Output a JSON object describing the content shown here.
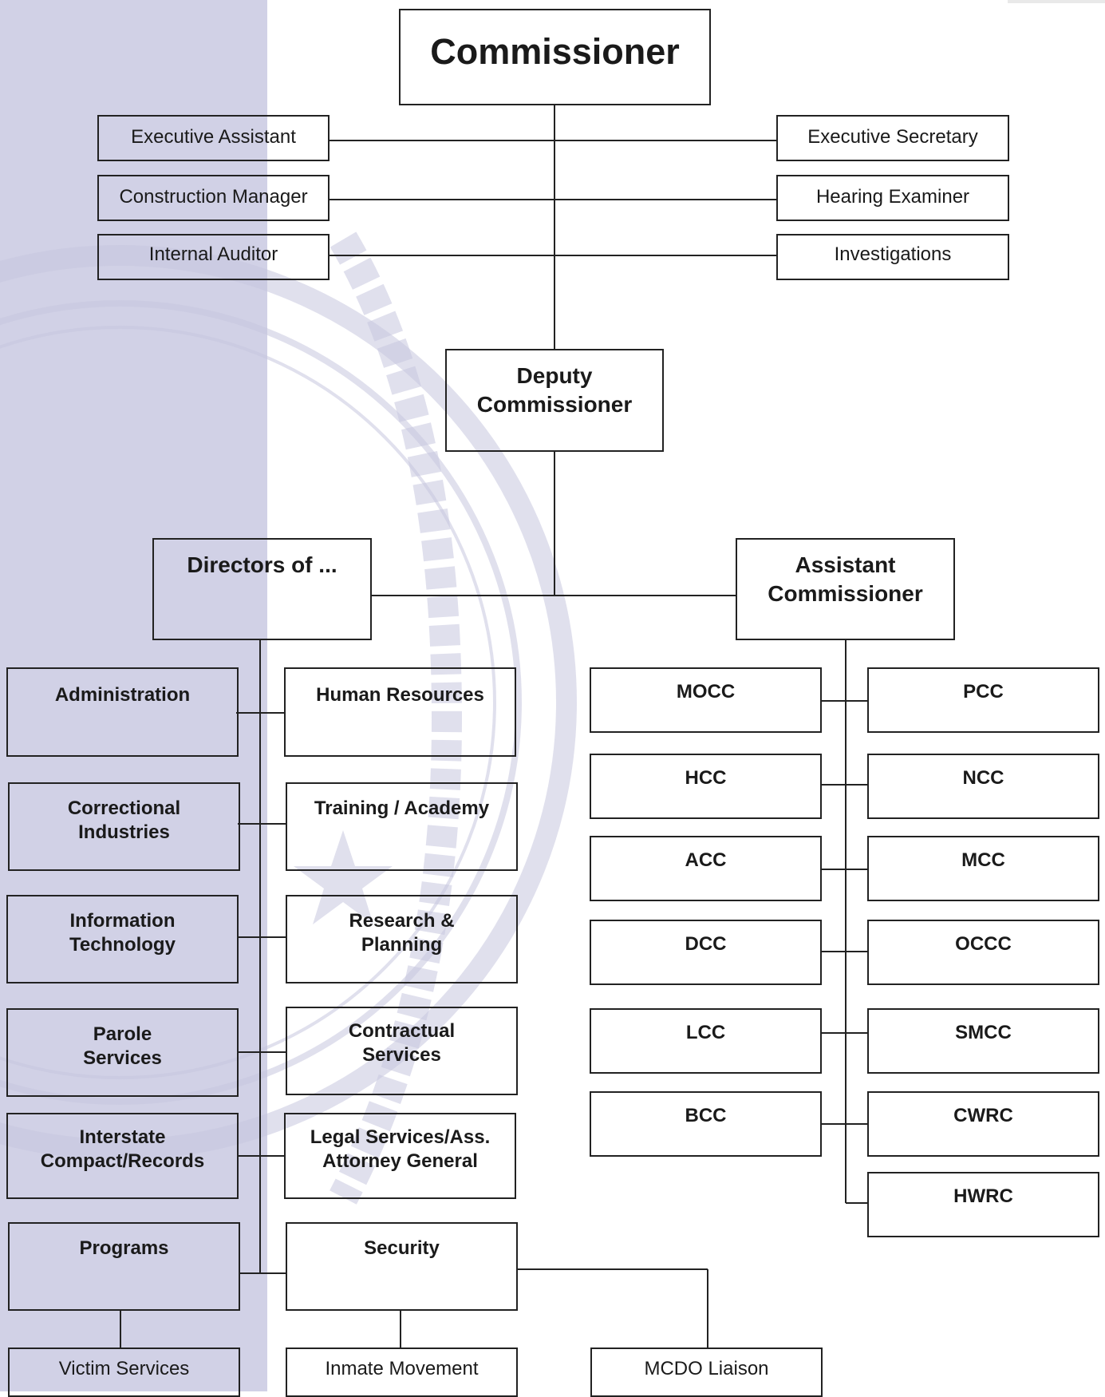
{
  "chart": {
    "top": {
      "commissioner": "Commissioner",
      "deputy": "Deputy\nCommissioner",
      "directors": "Directors of ...",
      "assistant": "Assistant\nCommissioner"
    },
    "staff_left": [
      "Executive Assistant",
      "Construction Manager",
      "Internal Auditor"
    ],
    "staff_right": [
      "Executive Secretary",
      "Hearing Examiner",
      "Investigations"
    ],
    "directors_left": [
      "Administration",
      "Correctional\nIndustries",
      "Information\nTechnology",
      "Parole\nServices",
      "Interstate\nCompact/Records",
      "Programs"
    ],
    "directors_right": [
      "Human Resources",
      "Training / Academy",
      "Research &\nPlanning",
      "Contractual\nServices",
      "Legal Services/Ass.\nAttorney General",
      "Security"
    ],
    "facilities_left": [
      "MOCC",
      "HCC",
      "ACC",
      "DCC",
      "LCC",
      "BCC"
    ],
    "facilities_right": [
      "PCC",
      "NCC",
      "MCC",
      "OCCC",
      "SMCC",
      "CWRC",
      "HWRC"
    ],
    "bottom": {
      "victim_services": "Victim Services",
      "inmate_movement": "Inmate Movement",
      "mcdo_liaison": "MCDO Liaison"
    }
  }
}
